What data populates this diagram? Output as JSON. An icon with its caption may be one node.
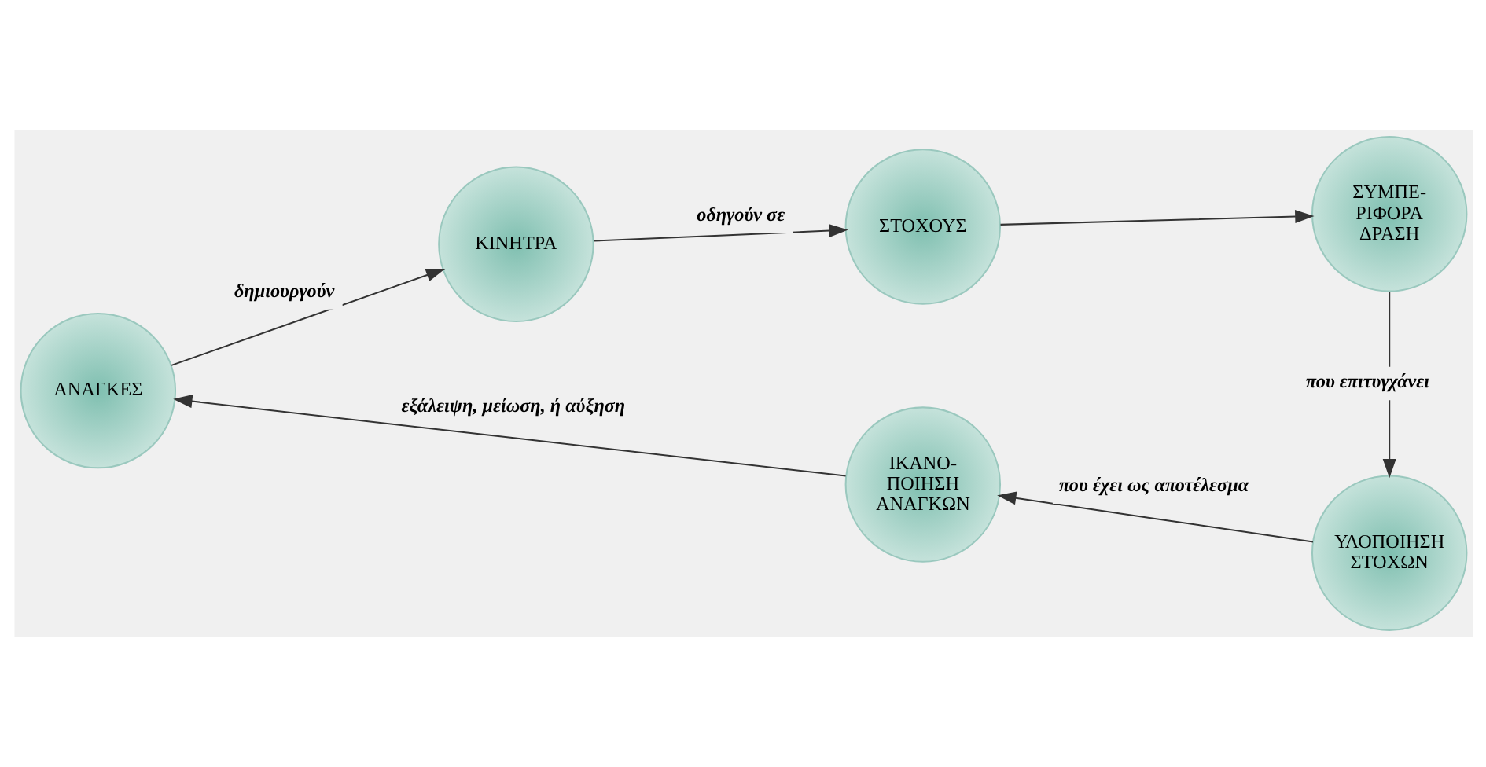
{
  "diagram": {
    "nodes": [
      {
        "text": [
          "ΑΝΑΓΚΕΣ"
        ]
      },
      {
        "text": [
          "ΚΙΝΗΤΡΑ"
        ]
      },
      {
        "text": [
          "ΣΤΟΧΟΥΣ"
        ]
      },
      {
        "text": [
          "ΣΥΜΠΕ- ΡΙΦΟΡΑ ΔΡΑΣΗ"
        ]
      },
      {
        "text": [
          "ΥΛΟΠΟΙΗΣΗ ΣΤΟΧΩΝ"
        ]
      },
      {
        "text": [
          "ΙΚΑΝΟ- ΠΟΙΗΣΗ ΑΝΑΓΚΩΝ"
        ]
      }
    ],
    "edges": [
      {
        "from": 0,
        "to": 1,
        "arrow": "to",
        "label": "δημιουργούν"
      },
      {
        "from": 1,
        "to": 2,
        "arrow": "to",
        "label": "οδηγούν σε"
      },
      {
        "from": 2,
        "to": 3,
        "arrow": "to"
      },
      {
        "from": 3,
        "to": 4,
        "arrow": "to",
        "label": "που επιτυγχάνει"
      },
      {
        "from": 4,
        "to": 5,
        "arrow": "to",
        "label": "που έχει ως αποτέλεσμα"
      },
      {
        "from": 5,
        "to": 0,
        "arrow": "to",
        "label": "εξάλειψη, μείωση, ή αύξηση"
      }
    ]
  }
}
